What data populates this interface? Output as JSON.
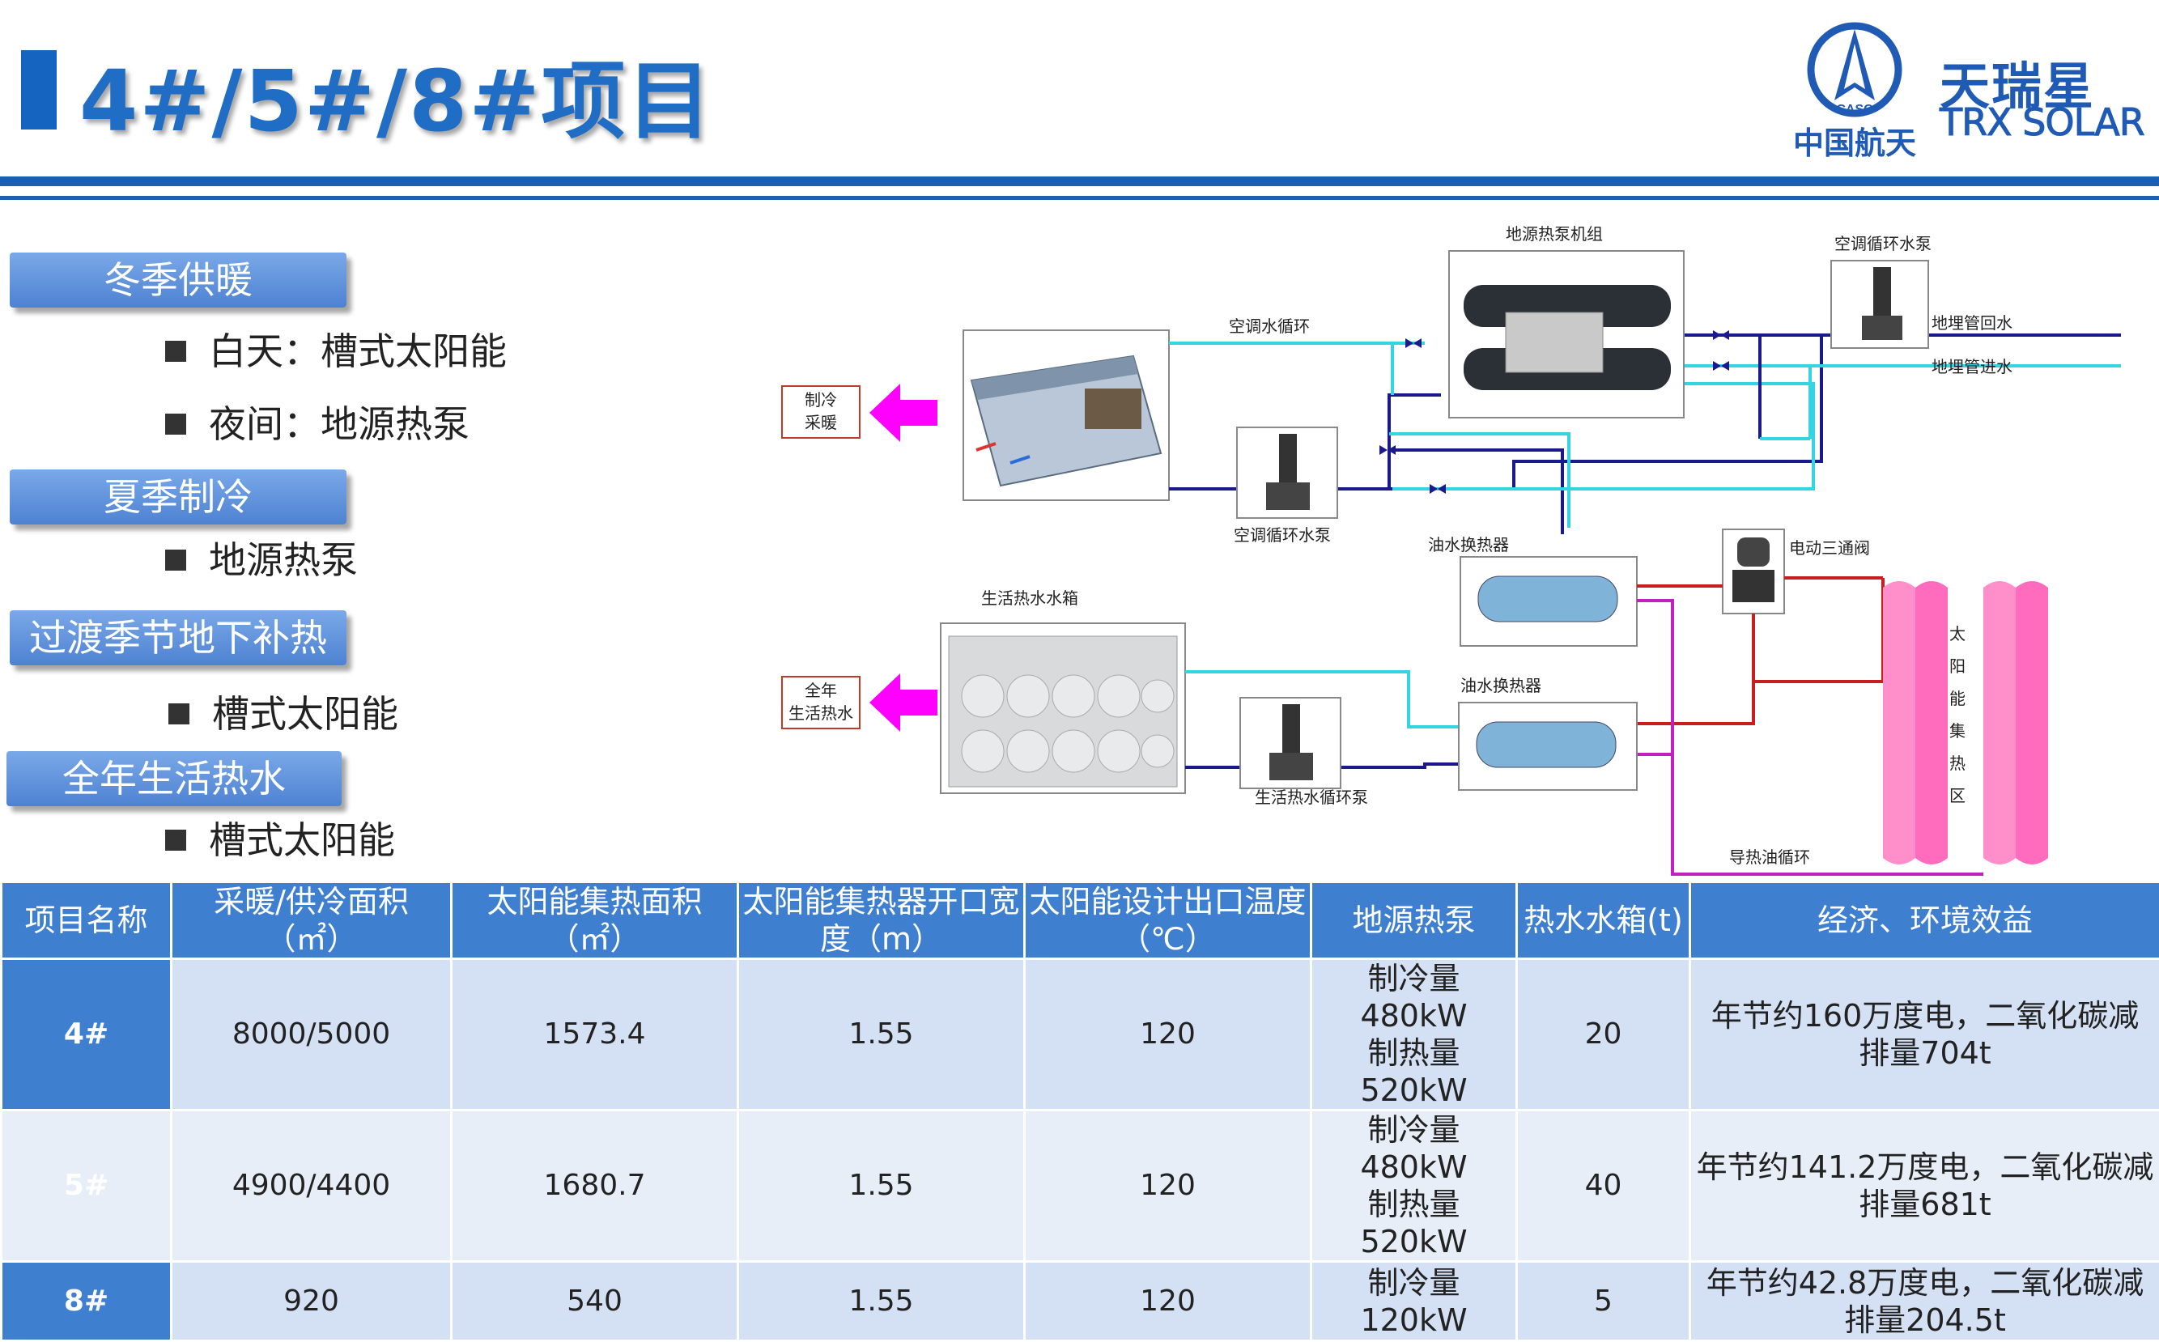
{
  "header": {
    "title": "4#/5#/8#项目",
    "logo_casc_badge": "CASC",
    "logo_casc_text": "中国航天",
    "logo_trx_cn": "天瑞星",
    "logo_trx_en": "TRX SOLAR",
    "brand_color": "#1f5bb5"
  },
  "seasons": [
    {
      "label": "冬季供暖",
      "items": [
        "白天：槽式太阳能",
        "夜间：地源热泵"
      ]
    },
    {
      "label": "夏季制冷",
      "items": [
        "地源热泵"
      ]
    },
    {
      "label": "过渡季节地下补热",
      "items": [
        "槽式太阳能"
      ]
    },
    {
      "label": "全年生活热水",
      "items": [
        "槽式太阳能"
      ]
    }
  ],
  "diagram": {
    "heat_pump_unit": "地源热泵机组",
    "ac_circulation": "空调水循环",
    "ac_pump_top": "空调循环水泵",
    "ground_return": "地埋管回水",
    "ground_inlet": "地埋管进水",
    "ac_pump_mid": "空调循环水泵",
    "oil_hx_1": "油水换热器",
    "valve_3way": "电动三通阀",
    "hot_water_tank": "生活热水水箱",
    "oil_hx_2": "油水换热器",
    "dhw_pump": "生活热水循环泵",
    "oil_loop": "导热油循环",
    "solar_field": [
      "太",
      "阳",
      "能",
      "集",
      "热",
      "区"
    ],
    "out_cool_heat": [
      "制冷",
      "采暖"
    ],
    "out_dhw": [
      "全年",
      "生活热水"
    ]
  },
  "table": {
    "headers": [
      "项目名称",
      "采暖/供冷面积（㎡）",
      "太阳能集热面积（㎡）",
      "太阳能集热器开口宽度（m）",
      "太阳能设计出口温度（℃）",
      "地源热泵",
      "热水水箱(t)",
      "经济、环境效益"
    ],
    "rows": [
      {
        "name": "4#",
        "area": "8000/5000",
        "solar_area": "1573.4",
        "aperture": "1.55",
        "temp": "120",
        "hp_line1": "制冷量480kW",
        "hp_line2": "制热量520kW",
        "tank": "20",
        "benefit": "年节约160万度电，二氧化碳减排量704t"
      },
      {
        "name": "5#",
        "area": "4900/4400",
        "solar_area": "1680.7",
        "aperture": "1.55",
        "temp": "120",
        "hp_line1": "制冷量480kW",
        "hp_line2": "制热量520kW",
        "tank": "40",
        "benefit": "年节约141.2万度电，二氧化碳减排量681t"
      },
      {
        "name": "8#",
        "area": "920",
        "solar_area": "540",
        "aperture": "1.55",
        "temp": "120",
        "hp_line1": "制冷量120kW",
        "hp_line2": "",
        "tank": "5",
        "benefit": "年节约42.8万度电，二氧化碳减排量204.5t"
      }
    ]
  }
}
